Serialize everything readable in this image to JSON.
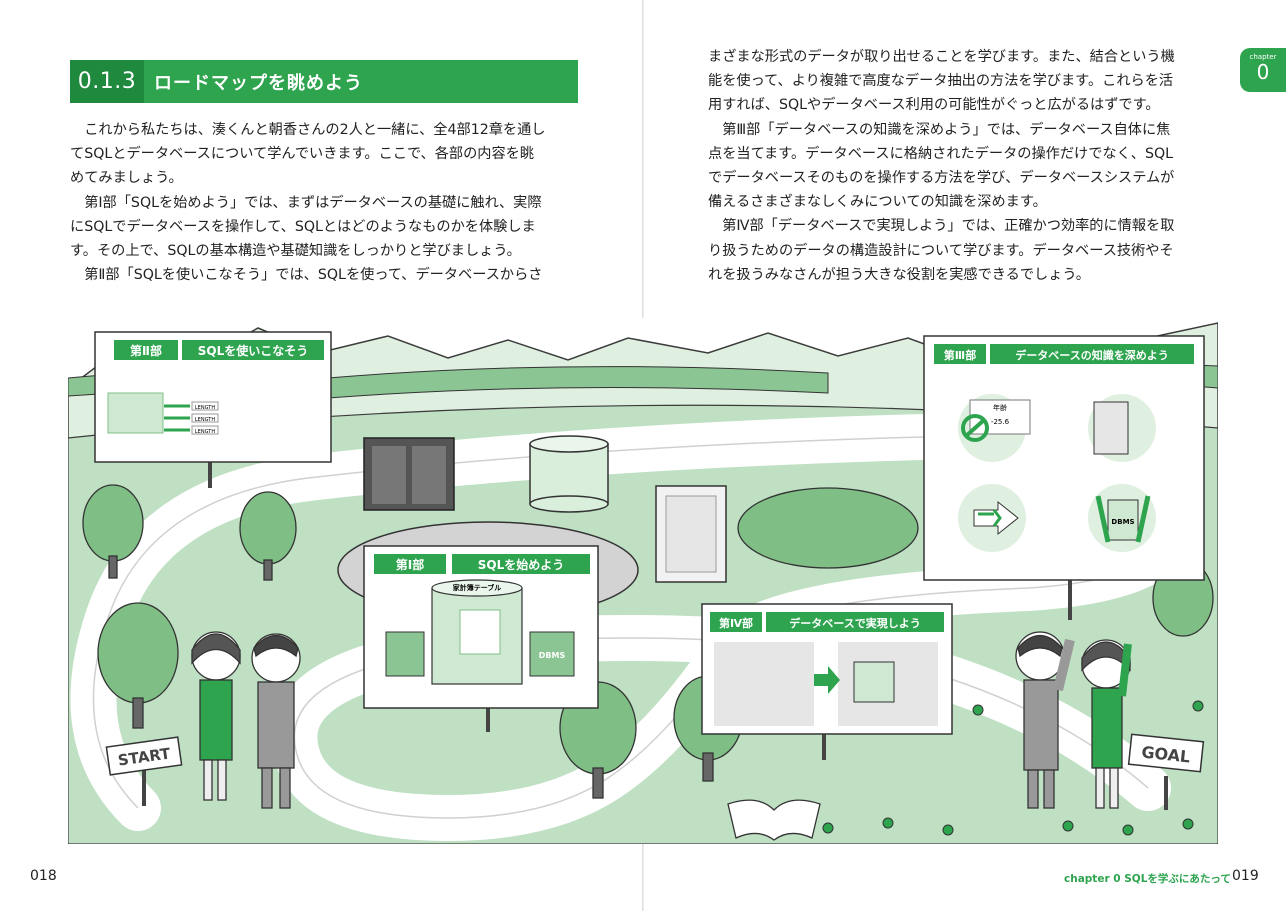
{
  "section": {
    "number": "0.1.3",
    "title": "ロードマップを眺めよう"
  },
  "left_paragraphs": [
    {
      "text": "これから私たちは、湊くんと朝香さんの2人と一緒に、全4部12章を通してSQLとデータベースについて学んでいきます。ここで、各部の内容を眺めてみましょう。"
    },
    {
      "text": "第Ⅰ部「SQLを始めよう」では、まずはデータベースの基礎に触れ、実際にSQLでデータベースを操作して、SQLとはどのようなものかを体験します。その上で、SQLの基本構造や基礎知識をしっかりと学びましょう。"
    },
    {
      "text": "第Ⅱ部「SQLを使いこなそう」では、SQLを使って、データベースからさ"
    }
  ],
  "right_paragraphs": [
    {
      "text": "まざまな形式のデータが取り出せることを学びます。また、結合という機能を使って、より複雑で高度なデータ抽出の方法を学びます。これらを活用すれば、SQLやデータベース利用の可能性がぐっと広がるはずです。"
    },
    {
      "text": "第Ⅲ部「データベースの知識を深めよう」では、データベース自体に焦点を当てます。データベースに格納されたデータの操作だけでなく、SQLでデータベースそのものを操作する方法を学び、データベースシステムが備えるさまざまなしくみについての知識を深めます。"
    },
    {
      "text": "第Ⅳ部「データベースで実現しよう」では、正確かつ効率的に情報を取り扱うためのデータの構造設計について学びます。データベース技術やそれを扱うみなさんが担う大きな役割を実感できるでしょう。"
    }
  ],
  "chapter_tab": {
    "small": "chapter",
    "number": "0"
  },
  "page_numbers": {
    "left": "018",
    "right": "019"
  },
  "running_head": "chapter 0  SQLを学ぶにあたって",
  "illustration": {
    "signs": {
      "part1": {
        "tag": "第Ⅰ部",
        "title": "SQLを始めよう",
        "table_label": "家計簿テーブル",
        "robot_label": "DBMS"
      },
      "part2": {
        "tag": "第Ⅱ部",
        "title": "SQLを使いこなそう",
        "box_label": "LENGTH"
      },
      "part3": {
        "tag": "第Ⅲ部",
        "title": "データベースの知識を深めよう",
        "field_label": "年齢",
        "field_value": "-25.6",
        "robot_label": "DBMS"
      },
      "part4": {
        "tag": "第Ⅳ部",
        "title": "データベースで実現しよう"
      }
    },
    "start_sign": "START",
    "goal_sign": "GOAL"
  },
  "colors": {
    "accent": "#2ea44f",
    "accent_dark": "#1f8a3e",
    "light_green": "#cfe8d1",
    "mid_green": "#8cc594"
  }
}
